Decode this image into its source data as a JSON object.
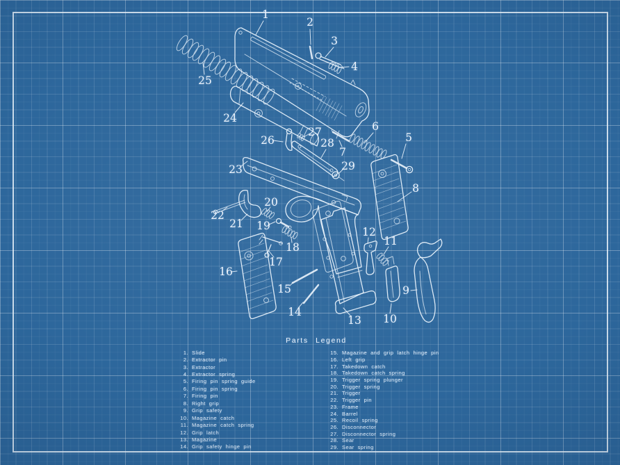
{
  "figure": {
    "kind": "blueprint exploded parts diagram",
    "subject": "semi-automatic pistol",
    "background_color": "#2d679c",
    "line_color": "#e6f0fa"
  },
  "callouts": [
    {
      "n": "1"
    },
    {
      "n": "2"
    },
    {
      "n": "3"
    },
    {
      "n": "4"
    },
    {
      "n": "5"
    },
    {
      "n": "6"
    },
    {
      "n": "7"
    },
    {
      "n": "8"
    },
    {
      "n": "9"
    },
    {
      "n": "10"
    },
    {
      "n": "11"
    },
    {
      "n": "12"
    },
    {
      "n": "13"
    },
    {
      "n": "14"
    },
    {
      "n": "15"
    },
    {
      "n": "16"
    },
    {
      "n": "17"
    },
    {
      "n": "18"
    },
    {
      "n": "19"
    },
    {
      "n": "20"
    },
    {
      "n": "21"
    },
    {
      "n": "22"
    },
    {
      "n": "23"
    },
    {
      "n": "24"
    },
    {
      "n": "25"
    },
    {
      "n": "26"
    },
    {
      "n": "27"
    },
    {
      "n": "28"
    },
    {
      "n": "29"
    }
  ],
  "legend": {
    "title": "Parts Legend",
    "left_column": [
      {
        "num": "1.",
        "label": "Slide"
      },
      {
        "num": "2.",
        "label": "Extractor pin"
      },
      {
        "num": "3.",
        "label": "Extractor"
      },
      {
        "num": "4.",
        "label": "Extractor spring"
      },
      {
        "num": "5.",
        "label": "Firing pin spring guide"
      },
      {
        "num": "6.",
        "label": "Firing pin spring"
      },
      {
        "num": "7.",
        "label": "Firing pin"
      },
      {
        "num": "8.",
        "label": "Right grip"
      },
      {
        "num": "9.",
        "label": "Grip safety"
      },
      {
        "num": "10.",
        "label": "Magazine catch"
      },
      {
        "num": "11.",
        "label": "Magazine catch spring"
      },
      {
        "num": "12.",
        "label": "Grip latch"
      },
      {
        "num": "13.",
        "label": "Magazine"
      },
      {
        "num": "14.",
        "label": "Grip safety hinge pin"
      }
    ],
    "right_column": [
      {
        "num": "15.",
        "label": "Magazine and grip latch hinge pin"
      },
      {
        "num": "16.",
        "label": "Left grip"
      },
      {
        "num": "17.",
        "label": "Takedown catch"
      },
      {
        "num": "18.",
        "label": "Takedown catch spring"
      },
      {
        "num": "19.",
        "label": "Trigger spring plunger"
      },
      {
        "num": "20.",
        "label": "Trigger spring"
      },
      {
        "num": "21.",
        "label": "Trigger"
      },
      {
        "num": "22.",
        "label": "Trigger pin"
      },
      {
        "num": "23.",
        "label": "Frame"
      },
      {
        "num": "24.",
        "label": "Barrel"
      },
      {
        "num": "25.",
        "label": "Recoil spring"
      },
      {
        "num": "26.",
        "label": "Disconnector"
      },
      {
        "num": "27.",
        "label": "Disconnector spring"
      },
      {
        "num": "28.",
        "label": "Sear"
      },
      {
        "num": "29.",
        "label": "Sear spring"
      }
    ]
  }
}
